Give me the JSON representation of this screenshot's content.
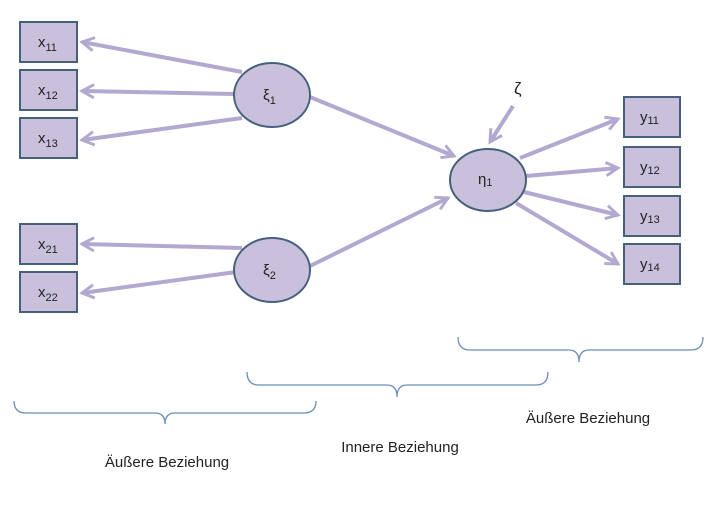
{
  "diagram": {
    "x_indicators": [
      {
        "base": "x",
        "sub": "11"
      },
      {
        "base": "x",
        "sub": "12"
      },
      {
        "base": "x",
        "sub": "13"
      },
      {
        "base": "x",
        "sub": "21"
      },
      {
        "base": "x",
        "sub": "22"
      }
    ],
    "y_indicators": [
      {
        "base": "y",
        "sub": "11"
      },
      {
        "base": "y",
        "sub": "12"
      },
      {
        "base": "y",
        "sub": "13"
      },
      {
        "base": "y",
        "sub": "14"
      }
    ],
    "latents": {
      "xi1": {
        "base": "ξ",
        "sub": "1"
      },
      "xi2": {
        "base": "ξ",
        "sub": "2"
      },
      "eta1": {
        "base": "η",
        "sub": "1"
      }
    },
    "error": "ζ",
    "captions": {
      "outer_left": "Äußere Beziehung",
      "inner": "Innere Beziehung",
      "outer_right": "Äußere Beziehung"
    },
    "colors": {
      "node_fill": "#c9c1dc",
      "node_stroke": "#46607e",
      "arrow": "#b3a8cf",
      "brace": "#6b8fb8"
    }
  }
}
